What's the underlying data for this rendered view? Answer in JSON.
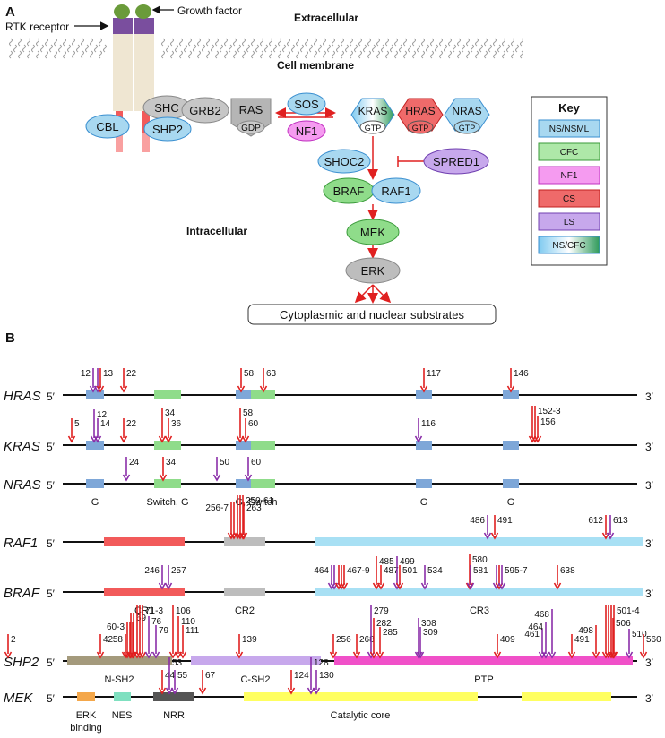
{
  "panelA": {
    "label": "A",
    "growth_factor": "Growth factor",
    "rtk_receptor": "RTK receptor",
    "extracellular": "Extracellular",
    "membrane": "Cell membrane",
    "intracellular": "Intracellular",
    "nodes": {
      "shc": "SHC",
      "grb2": "GRB2",
      "ras": "RAS",
      "gdp": "GDP",
      "sos": "SOS",
      "cbl": "CBL",
      "shp2": "SHP2",
      "nf1": "NF1",
      "kras": "KRAS",
      "hras": "HRAS",
      "nras": "NRAS",
      "gtp": "GTP",
      "shoc2": "SHOC2",
      "spred1": "SPRED1",
      "braf": "BRAF",
      "raf1": "RAF1",
      "mek": "MEK",
      "erk": "ERK",
      "substrates": "Cytoplasmic and nuclear substrates"
    },
    "key": {
      "title": "Key",
      "items": [
        {
          "label": "NS/NSML",
          "color": "#a8d8f0",
          "border": "#3a8fd0"
        },
        {
          "label": "CFC",
          "color": "#aee8a8",
          "border": "#3a9a3a"
        },
        {
          "label": "NF1",
          "color": "#f59bf0",
          "border": "#c030c0"
        },
        {
          "label": "CS",
          "color": "#ef6a6a",
          "border": "#c02020"
        },
        {
          "label": "LS",
          "color": "#c7a8ec",
          "border": "#7040b0"
        },
        {
          "label": "NS/CFC",
          "color": "gradient",
          "border": "#3a8fd0"
        }
      ]
    }
  },
  "panelB": {
    "label": "B",
    "five": "5′",
    "three": "3′",
    "genes": [
      {
        "name": "HRAS",
        "domains": [],
        "marks": [
          {
            "label": "12",
            "colors": [
              "purple"
            ]
          },
          {
            "label": "13",
            "colors": [
              "purple",
              "red"
            ]
          },
          {
            "label": "22",
            "colors": [
              "red"
            ]
          },
          {
            "label": "58",
            "colors": [
              "red"
            ]
          },
          {
            "label": "63",
            "colors": [
              "red"
            ]
          },
          {
            "label": "117",
            "colors": [
              "red"
            ]
          },
          {
            "label": "146",
            "colors": [
              "red"
            ]
          }
        ]
      },
      {
        "name": "KRAS",
        "domains": [],
        "marks": [
          {
            "label": "5",
            "colors": [
              "red"
            ]
          },
          {
            "label": "12",
            "colors": [
              "purple"
            ]
          },
          {
            "label": "14",
            "colors": [
              "purple"
            ]
          },
          {
            "label": "22",
            "colors": [
              "red"
            ]
          },
          {
            "label": "34",
            "colors": [
              "red"
            ]
          },
          {
            "label": "36",
            "colors": [
              "red"
            ]
          },
          {
            "label": "58",
            "colors": [
              "red"
            ]
          },
          {
            "label": "60",
            "colors": [
              "red"
            ]
          },
          {
            "label": "116",
            "colors": [
              "purple"
            ]
          },
          {
            "label": "152-3",
            "colors": [
              "red",
              "red"
            ]
          },
          {
            "label": "156",
            "colors": [
              "red"
            ]
          }
        ]
      },
      {
        "name": "NRAS",
        "domains": [
          "G",
          "Switch, G",
          "G, Switch",
          "G",
          "G"
        ],
        "marks": [
          {
            "label": "24",
            "colors": [
              "purple"
            ]
          },
          {
            "label": "34",
            "colors": [
              "red"
            ]
          },
          {
            "label": "50",
            "colors": [
              "purple"
            ]
          },
          {
            "label": "60",
            "colors": [
              "purple"
            ]
          }
        ]
      },
      {
        "name": "RAF1",
        "domains": [],
        "marks": [
          {
            "label": "256-7",
            "colors": [
              "red",
              "red"
            ]
          },
          {
            "label": "259-61",
            "colors": [
              "red",
              "red",
              "red"
            ]
          },
          {
            "label": "263",
            "colors": [
              "red"
            ]
          },
          {
            "label": "486",
            "colors": [
              "purple"
            ]
          },
          {
            "label": "491",
            "colors": [
              "red"
            ]
          },
          {
            "label": "612",
            "colors": [
              "red"
            ]
          },
          {
            "label": "613",
            "colors": [
              "purple"
            ]
          }
        ]
      },
      {
        "name": "BRAF",
        "domains": [
          "CR1",
          "CR2",
          "CR3"
        ],
        "marks": [
          {
            "label": "246",
            "colors": [
              "purple"
            ]
          },
          {
            "label": "257",
            "colors": [
              "purple"
            ]
          },
          {
            "label": "464",
            "colors": [
              "purple",
              "purple"
            ]
          },
          {
            "label": "467-9",
            "colors": [
              "red",
              "red",
              "red"
            ]
          },
          {
            "label": "485",
            "colors": [
              "red"
            ]
          },
          {
            "label": "487",
            "colors": [
              "red"
            ]
          },
          {
            "label": "499",
            "colors": [
              "purple"
            ]
          },
          {
            "label": "501",
            "colors": [
              "red"
            ]
          },
          {
            "label": "534",
            "colors": [
              "purple"
            ]
          },
          {
            "label": "580",
            "colors": [
              "red"
            ]
          },
          {
            "label": "581",
            "colors": [
              "purple"
            ]
          },
          {
            "label": "595-7",
            "colors": [
              "purple",
              "red",
              "purple"
            ]
          },
          {
            "label": "638",
            "colors": [
              "red"
            ]
          }
        ]
      },
      {
        "name": "SHP2",
        "domains": [
          "N-SH2",
          "C-SH2",
          "PTP"
        ],
        "marks": [
          {
            "label": "2",
            "colors": [
              "red"
            ]
          },
          {
            "label": "42",
            "colors": [
              "red"
            ]
          },
          {
            "label": "58",
            "colors": [
              "red"
            ]
          },
          {
            "label": "60-3",
            "colors": [
              "red",
              "red",
              "red"
            ]
          },
          {
            "label": "69",
            "colors": [
              "red",
              "red"
            ]
          },
          {
            "label": "71-3",
            "colors": [
              "red",
              "red",
              "red"
            ]
          },
          {
            "label": "76",
            "colors": [
              "purple"
            ]
          },
          {
            "label": "79",
            "colors": [
              "purple"
            ]
          },
          {
            "label": "106",
            "colors": [
              "red"
            ]
          },
          {
            "label": "110",
            "colors": [
              "red"
            ]
          },
          {
            "label": "111",
            "colors": [
              "red"
            ]
          },
          {
            "label": "139",
            "colors": [
              "red"
            ]
          },
          {
            "label": "256",
            "colors": [
              "red"
            ]
          },
          {
            "label": "268",
            "colors": [
              "red"
            ]
          },
          {
            "label": "279",
            "colors": [
              "purple"
            ]
          },
          {
            "label": "282",
            "colors": [
              "red"
            ]
          },
          {
            "label": "285",
            "colors": [
              "red"
            ]
          },
          {
            "label": "308",
            "colors": [
              "purple"
            ]
          },
          {
            "label": "309",
            "colors": [
              "purple"
            ]
          },
          {
            "label": "409",
            "colors": [
              "red"
            ]
          },
          {
            "label": "461",
            "colors": [
              "purple"
            ]
          },
          {
            "label": "464",
            "colors": [
              "purple"
            ]
          },
          {
            "label": "468",
            "colors": [
              "purple"
            ]
          },
          {
            "label": "491",
            "colors": [
              "red"
            ]
          },
          {
            "label": "498",
            "colors": [
              "red"
            ]
          },
          {
            "label": "501-4",
            "colors": [
              "red",
              "red",
              "red",
              "red"
            ]
          },
          {
            "label": "506",
            "colors": [
              "red"
            ]
          },
          {
            "label": "510",
            "colors": [
              "purple"
            ]
          },
          {
            "label": "560",
            "colors": [
              "red"
            ]
          }
        ]
      },
      {
        "name": "MEK",
        "domains": [
          "ERK binding",
          "NES",
          "NRR",
          "Catalytic core"
        ],
        "marks": [
          {
            "label": "44",
            "colors": [
              "red"
            ]
          },
          {
            "label": "53",
            "colors": [
              "purple"
            ]
          },
          {
            "label": "55",
            "colors": [
              "purple"
            ]
          },
          {
            "label": "67",
            "colors": [
              "red"
            ]
          },
          {
            "label": "124",
            "colors": [
              "red"
            ]
          },
          {
            "label": "128",
            "colors": [
              "purple"
            ]
          },
          {
            "label": "130",
            "colors": [
              "purple"
            ]
          }
        ]
      }
    ]
  }
}
